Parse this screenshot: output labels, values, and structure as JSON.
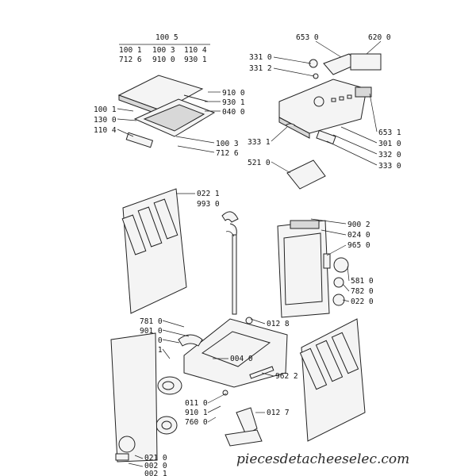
{
  "group_header": {
    "title": "100 5",
    "row1": [
      "100 1",
      "100 3",
      "110 4"
    ],
    "row2": [
      "712 6",
      "910 0",
      "930 1"
    ]
  },
  "labels": {
    "l6530": "653 0",
    "l6200": "620 0",
    "l3310": "331 0",
    "l3312": "331 2",
    "l9100": "910 0",
    "l9301": "930 1",
    "l0400": "040 0",
    "l1001": "100 1",
    "l1300": "130 0",
    "l1104": "110 4",
    "l1003": "100 3",
    "l7126": "712 6",
    "l3331": "333 1",
    "l6531": "653 1",
    "l3010": "301 0",
    "l3320": "332 0",
    "l3330": "333 0",
    "l5210": "521 0",
    "l0221": "022 1",
    "l9930": "993 0",
    "l9002": "900 2",
    "l0240": "024 0",
    "l9650": "965 0",
    "l5810": "581 0",
    "l7820": "782 0",
    "l0220": "022 0",
    "l7810": "781 0",
    "l9010": "901 0",
    "l4300": "430 0",
    "l9001": "900 1",
    "l0128": "012 8",
    "l0040": "004 0",
    "l9622": "962 2",
    "l0110": "011 0",
    "l9101": "910 1",
    "l7600": "760 0",
    "l0127": "012 7",
    "l0210": "021 0",
    "l0020": "002 0",
    "l0021": "002 1"
  },
  "watermark": "piecesdetacheeselec.com"
}
